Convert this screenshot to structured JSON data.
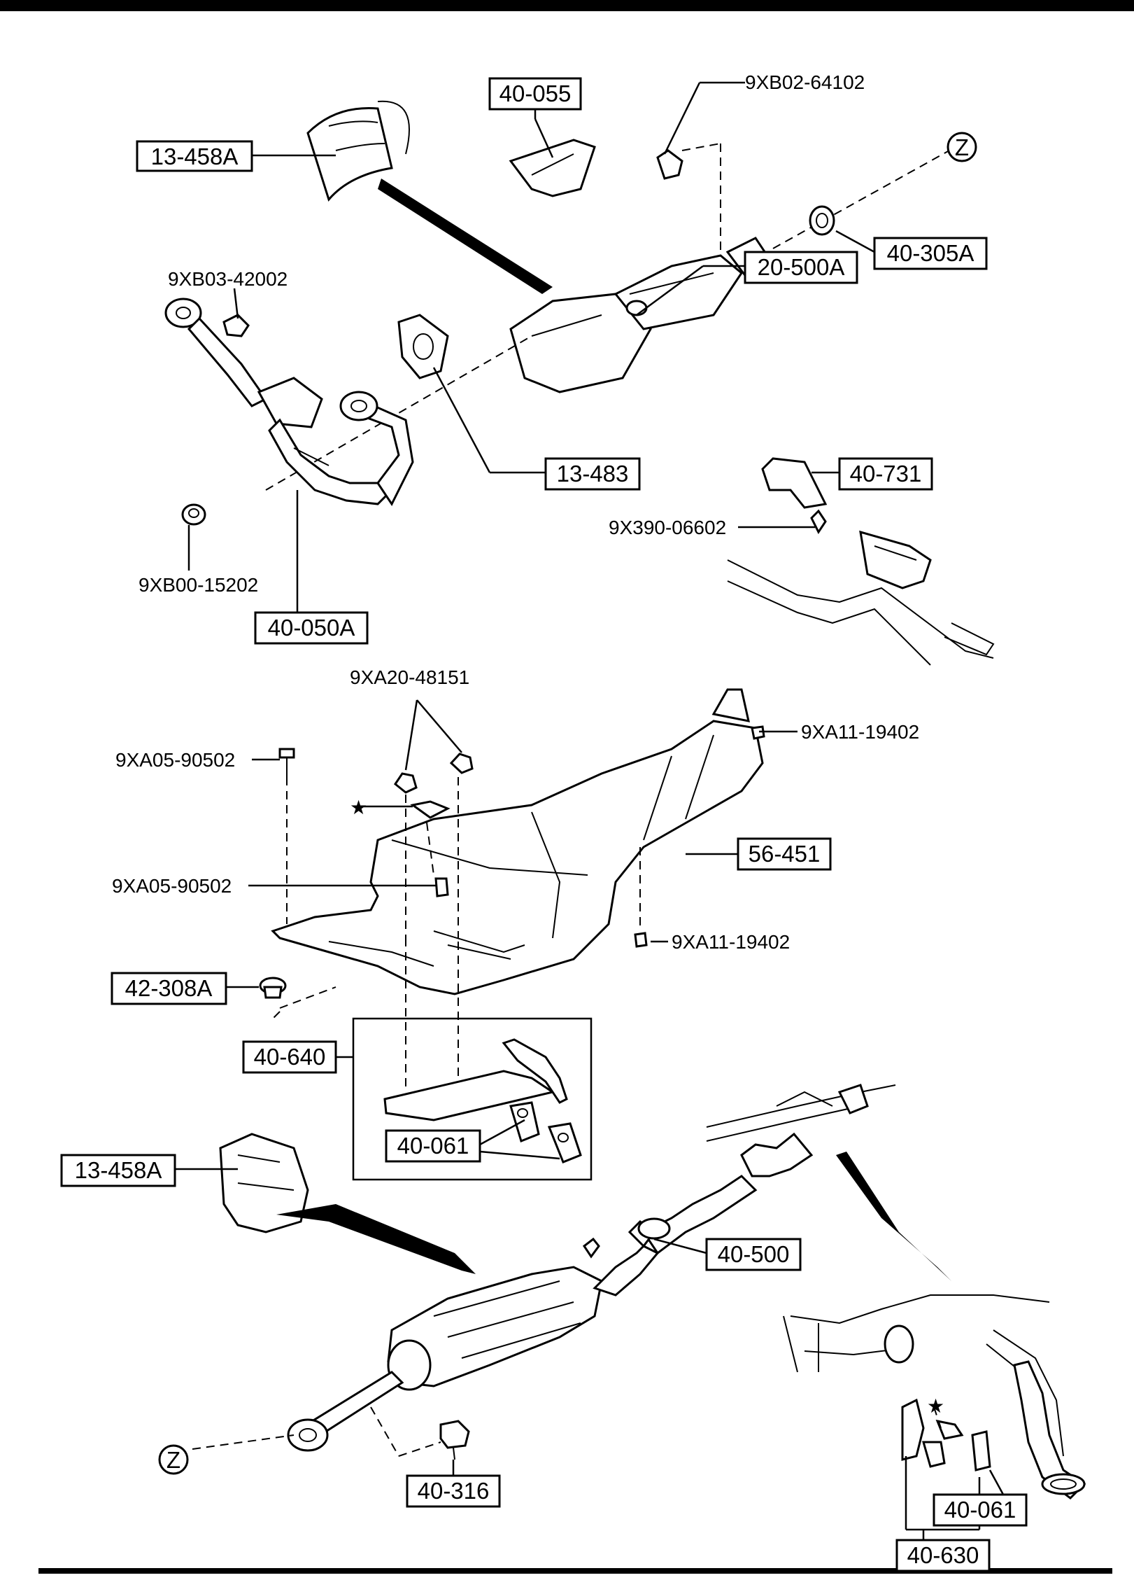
{
  "callouts": {
    "c_13_458A_top": "13-458A",
    "c_40_055": "40-055",
    "c_9XB02_64102": "9XB02-64102",
    "c_Z_top": "Z",
    "c_40_305A": "40-305A",
    "c_20_500A": "20-500A",
    "c_9XB03_42002": "9XB03-42002",
    "c_13_483": "13-483",
    "c_40_731": "40-731",
    "c_9X390_06602": "9X390-06602",
    "c_9XB00_15202": "9XB00-15202",
    "c_40_050A": "40-050A",
    "c_9XA20_48151": "9XA20-48151",
    "c_9XA11_19402_top": "9XA11-19402",
    "c_9XA05_90502_top": "9XA05-90502",
    "c_star_left": "★",
    "c_56_451": "56-451",
    "c_9XA05_90502_mid": "9XA05-90502",
    "c_9XA11_19402_bot": "9XA11-19402",
    "c_42_308A": "42-308A",
    "c_40_640": "40-640",
    "c_40_061_mid": "40-061",
    "c_13_458A_bot": "13-458A",
    "c_40_500": "40-500",
    "c_star_right": "★",
    "c_Z_bot": "Z",
    "c_40_316": "40-316",
    "c_40_061_bot": "40-061",
    "c_40_630": "40-630"
  }
}
